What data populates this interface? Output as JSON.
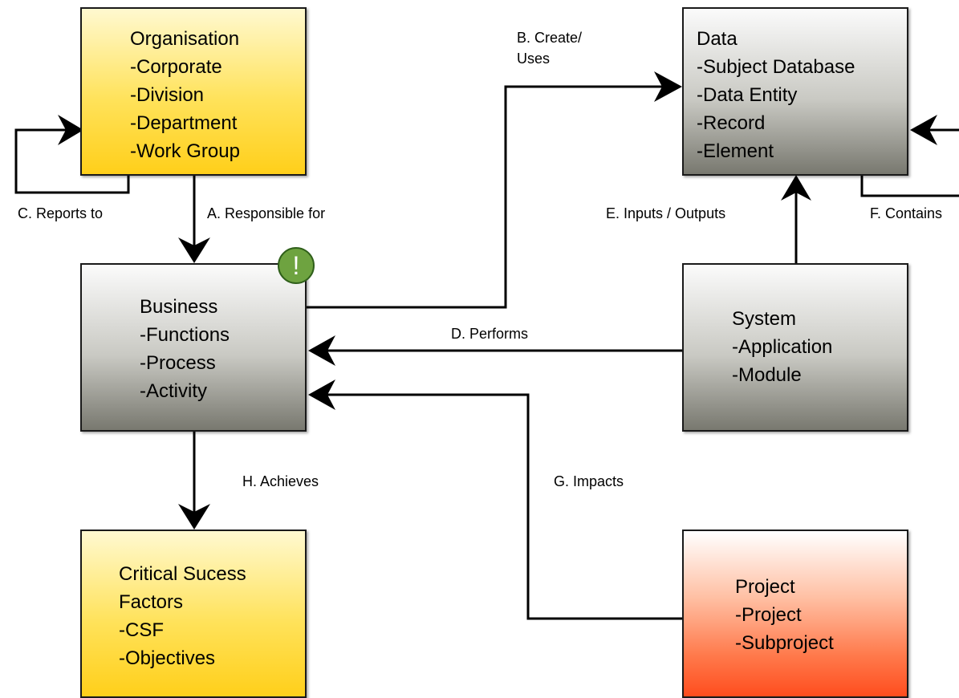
{
  "boxes": {
    "organisation": {
      "title": "Organisation",
      "items": [
        "-Corporate",
        "-Division",
        "-Department",
        "-Work Group"
      ]
    },
    "business": {
      "title": "Business",
      "items": [
        "-Functions",
        "-Process",
        "-Activity"
      ]
    },
    "csf": {
      "title": "Critical Sucess",
      "title2": "Factors",
      "items": [
        "-CSF",
        "-Objectives"
      ]
    },
    "data": {
      "title": "Data",
      "items": [
        "-Subject Database",
        "-Data Entity",
        "-Record",
        "-Element"
      ]
    },
    "system": {
      "title": "System",
      "items": [
        "-Application",
        "-Module"
      ]
    },
    "project": {
      "title": "Project",
      "items": [
        "-Project",
        "-Subproject"
      ]
    }
  },
  "relations": {
    "a": "A. Responsible for",
    "b1": "B. Create/",
    "b2": "Uses",
    "c": "C. Reports to",
    "d": "D. Performs",
    "e": "E. Inputs / Outputs",
    "f": "F. Contains",
    "g": "G. Impacts",
    "h": "H. Achieves"
  },
  "alert_badge": "!",
  "colors": {
    "organisation_fill": "#ffd93a",
    "business_fill": "#9a9a92",
    "csf_fill": "#ffd93a",
    "data_fill": "#9a9a92",
    "system_fill": "#9a9a92",
    "project_fill": "#ff6a3a",
    "alert_badge": "#6ea340",
    "line": "#000000"
  }
}
